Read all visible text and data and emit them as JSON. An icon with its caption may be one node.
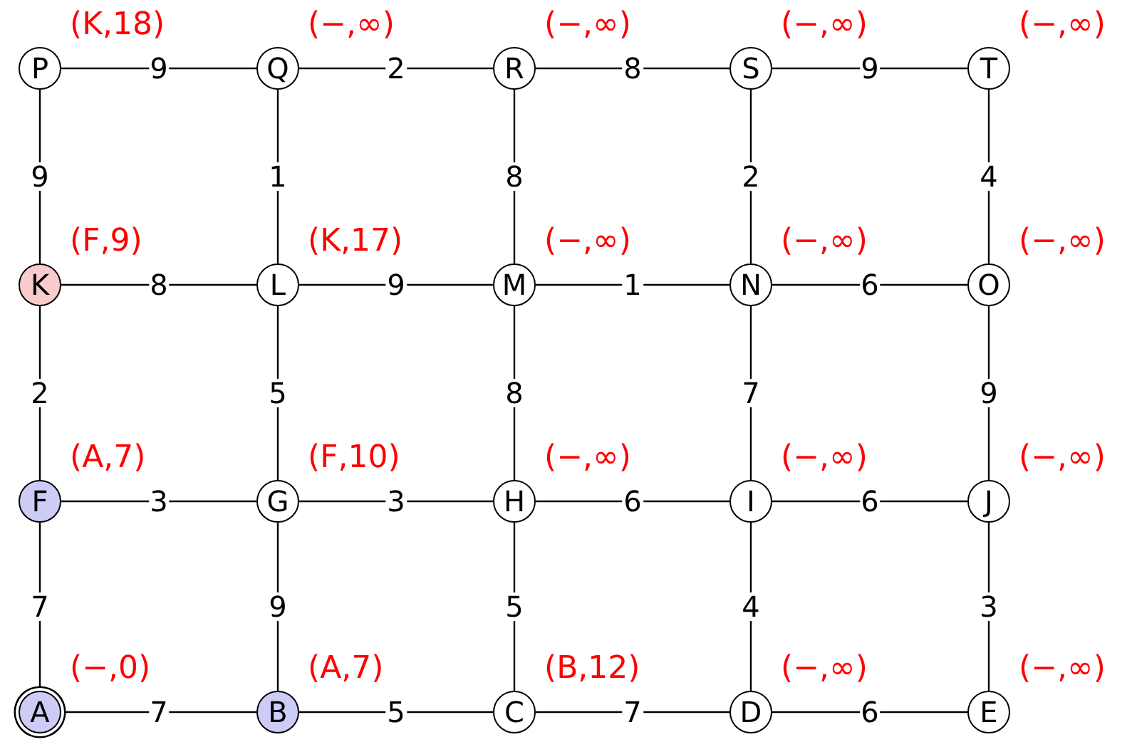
{
  "diagram": {
    "nodes": [
      {
        "text": [
          "P"
        ],
        "beside": [
          "(K,18)"
        ]
      },
      {
        "text": [
          "Q"
        ],
        "beside": [
          "(−,∞)"
        ]
      },
      {
        "text": [
          "R"
        ],
        "beside": [
          "(−,∞)"
        ]
      },
      {
        "text": [
          "S"
        ],
        "beside": [
          "(−,∞)"
        ]
      },
      {
        "text": [
          "T"
        ],
        "beside": [
          "(−,∞)"
        ]
      },
      {
        "text": [
          "K"
        ],
        "beside": [
          "(F,9)"
        ]
      },
      {
        "text": [
          "L"
        ],
        "beside": [
          "(K,17)"
        ]
      },
      {
        "text": [
          "M"
        ],
        "beside": [
          "(−,∞)"
        ]
      },
      {
        "text": [
          "N"
        ],
        "beside": [
          "(−,∞)"
        ]
      },
      {
        "text": [
          "O"
        ],
        "beside": [
          "(−,∞)"
        ]
      },
      {
        "text": [
          "F"
        ],
        "beside": [
          "(A,7)"
        ]
      },
      {
        "text": [
          "G"
        ],
        "beside": [
          "(F,10)"
        ]
      },
      {
        "text": [
          "H"
        ],
        "beside": [
          "(−,∞)"
        ]
      },
      {
        "text": [
          "I"
        ],
        "beside": [
          "(−,∞)"
        ]
      },
      {
        "text": [
          "J"
        ],
        "beside": [
          "(−,∞)"
        ]
      },
      {
        "text": [
          "A"
        ],
        "beside": [
          "(−,0)"
        ]
      },
      {
        "text": [
          "B"
        ],
        "beside": [
          "(A,7)"
        ]
      },
      {
        "text": [
          "C"
        ],
        "beside": [
          "(B,12)"
        ]
      },
      {
        "text": [
          "D"
        ],
        "beside": [
          "(−,∞)"
        ]
      },
      {
        "text": [
          "E"
        ],
        "beside": [
          "(−,∞)"
        ]
      }
    ],
    "edges": [
      {
        "from": 0,
        "to": 1,
        "arrow": "none",
        "label": "9"
      },
      {
        "from": 1,
        "to": 2,
        "arrow": "none",
        "label": "2"
      },
      {
        "from": 2,
        "to": 3,
        "arrow": "none",
        "label": "8"
      },
      {
        "from": 3,
        "to": 4,
        "arrow": "none",
        "label": "9"
      },
      {
        "from": 0,
        "to": 5,
        "arrow": "none",
        "label": "9"
      },
      {
        "from": 1,
        "to": 6,
        "arrow": "none",
        "label": "1"
      },
      {
        "from": 2,
        "to": 7,
        "arrow": "none",
        "label": "8"
      },
      {
        "from": 3,
        "to": 8,
        "arrow": "none",
        "label": "2"
      },
      {
        "from": 4,
        "to": 9,
        "arrow": "none",
        "label": "4"
      },
      {
        "from": 5,
        "to": 6,
        "arrow": "none",
        "label": "8"
      },
      {
        "from": 6,
        "to": 7,
        "arrow": "none",
        "label": "9"
      },
      {
        "from": 7,
        "to": 8,
        "arrow": "none",
        "label": "1"
      },
      {
        "from": 8,
        "to": 9,
        "arrow": "none",
        "label": "6"
      },
      {
        "from": 5,
        "to": 10,
        "arrow": "none",
        "label": "2"
      },
      {
        "from": 6,
        "to": 11,
        "arrow": "none",
        "label": "5"
      },
      {
        "from": 7,
        "to": 12,
        "arrow": "none",
        "label": "8"
      },
      {
        "from": 8,
        "to": 13,
        "arrow": "none",
        "label": "7"
      },
      {
        "from": 9,
        "to": 14,
        "arrow": "none",
        "label": "9"
      },
      {
        "from": 10,
        "to": 11,
        "arrow": "none",
        "label": "3"
      },
      {
        "from": 11,
        "to": 12,
        "arrow": "none",
        "label": "3"
      },
      {
        "from": 12,
        "to": 13,
        "arrow": "none",
        "label": "6"
      },
      {
        "from": 13,
        "to": 14,
        "arrow": "none",
        "label": "6"
      },
      {
        "from": 10,
        "to": 15,
        "arrow": "none",
        "label": "7"
      },
      {
        "from": 11,
        "to": 16,
        "arrow": "none",
        "label": "9"
      },
      {
        "from": 12,
        "to": 17,
        "arrow": "none",
        "label": "5"
      },
      {
        "from": 13,
        "to": 18,
        "arrow": "none",
        "label": "4"
      },
      {
        "from": 14,
        "to": 19,
        "arrow": "none",
        "label": "3"
      },
      {
        "from": 15,
        "to": 16,
        "arrow": "none",
        "label": "7"
      },
      {
        "from": 16,
        "to": 17,
        "arrow": "none",
        "label": "5"
      },
      {
        "from": 17,
        "to": 18,
        "arrow": "none",
        "label": "7"
      },
      {
        "from": 18,
        "to": 19,
        "arrow": "none",
        "label": "6"
      }
    ]
  }
}
